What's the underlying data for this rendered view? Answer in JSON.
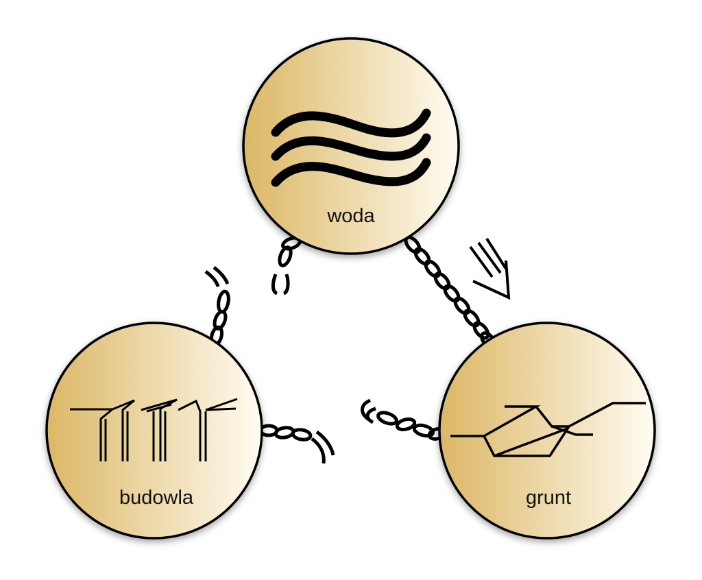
{
  "nodes": {
    "water": {
      "label": "woda"
    },
    "structure": {
      "label": "budowla"
    },
    "soil": {
      "label": "grunt"
    }
  },
  "colors": {
    "gold_dark": "#dcb765",
    "gold_light": "#fffcf2",
    "outline": "#000000"
  }
}
